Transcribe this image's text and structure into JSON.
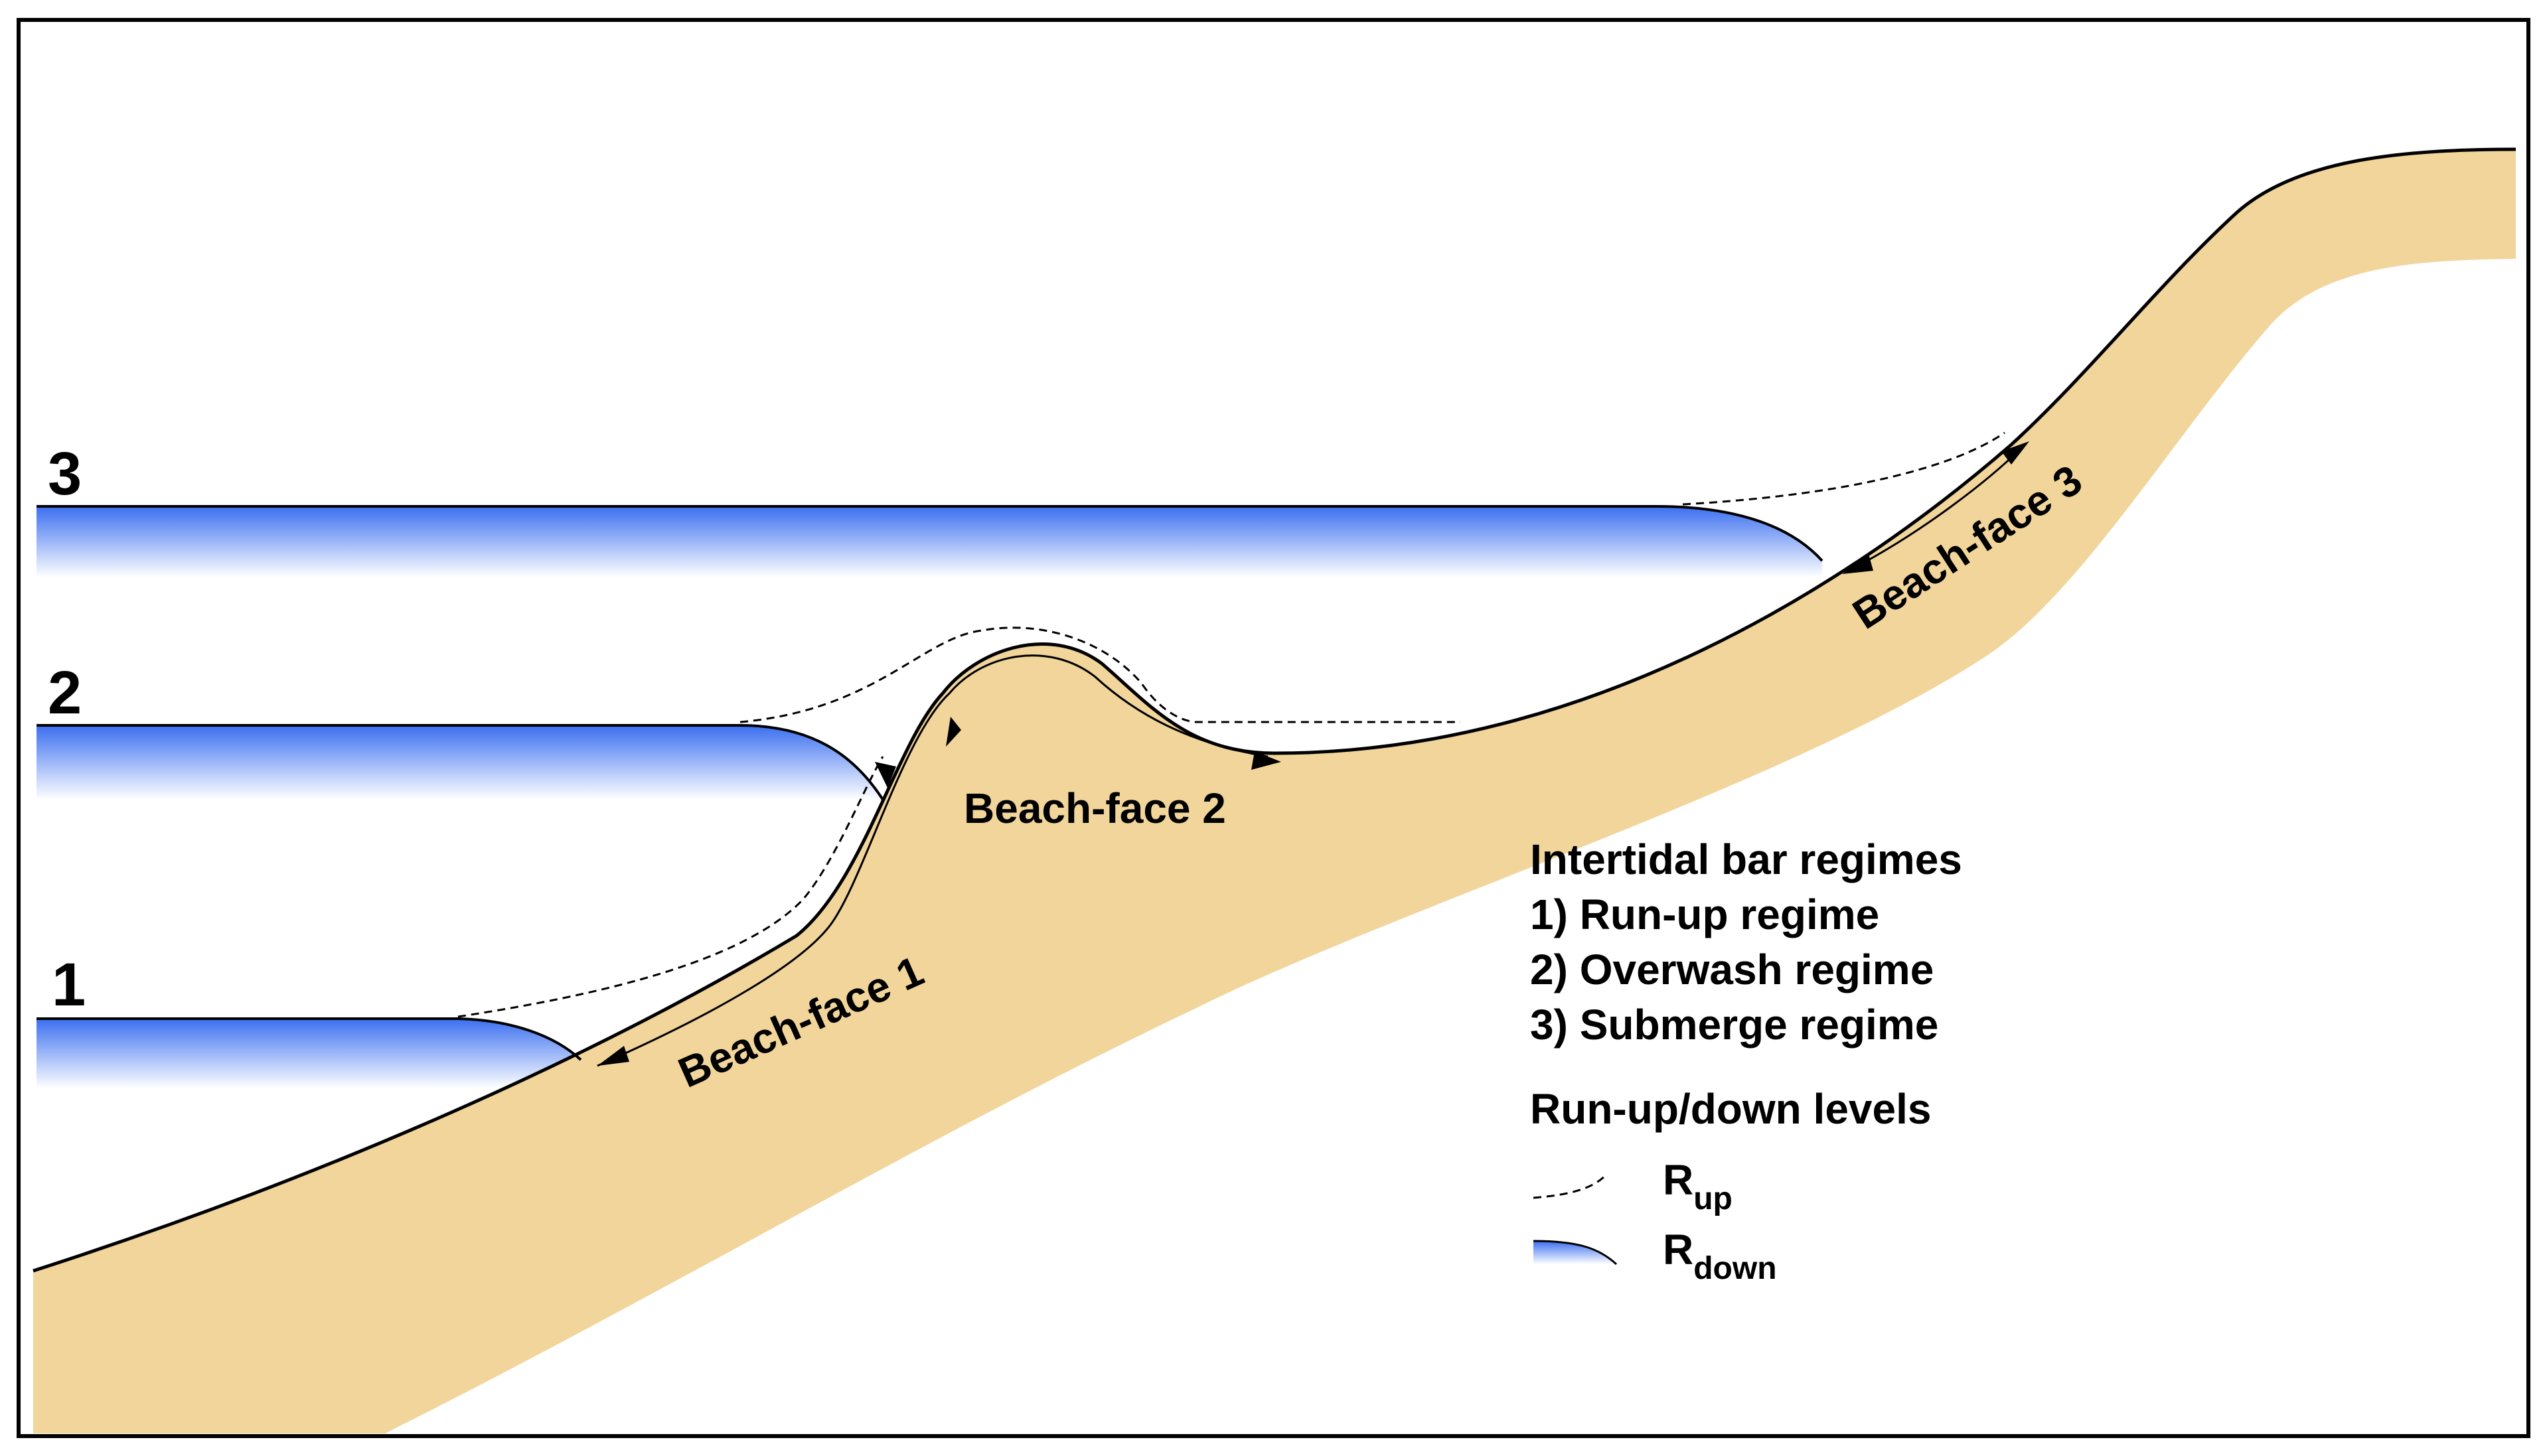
{
  "colors": {
    "sand": "#f1d59b",
    "water_top": "#3b6ff0",
    "water_bottom": "#ffffff",
    "outline": "#000000"
  },
  "water_levels": [
    {
      "label": "1"
    },
    {
      "label": "2"
    },
    {
      "label": "3"
    }
  ],
  "beach_faces": [
    {
      "label": "Beach-face 1"
    },
    {
      "label": "Beach-face 2"
    },
    {
      "label": "Beach-face 3"
    }
  ],
  "legend": {
    "title": "Intertidal bar regimes",
    "regimes": [
      "1) Run-up regime",
      "2) Overwash regime",
      "3) Submerge regime"
    ],
    "levels_title": "Run-up/down levels",
    "rup": {
      "base": "R",
      "sub": "up"
    },
    "rdown": {
      "base": "R",
      "sub": "down"
    }
  }
}
